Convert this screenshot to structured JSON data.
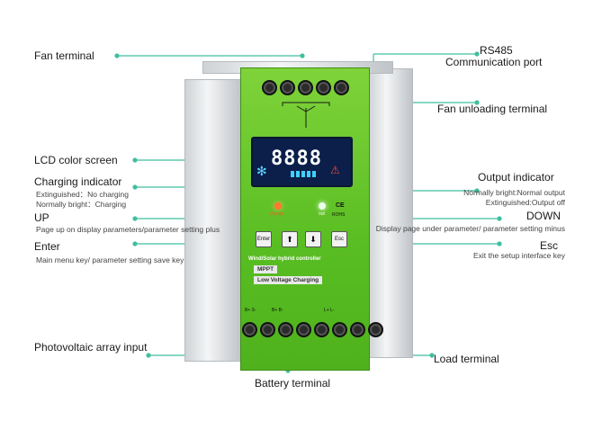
{
  "labels": {
    "fan_terminal": "Fan terminal",
    "rs485": "RS485",
    "comm_port": "Communication port",
    "fan_unloading": "Fan unloading terminal",
    "lcd_screen": "LCD color screen",
    "charging_indicator": "Charging indicator",
    "charging_off": "Extinguished：No charging",
    "charging_on": "Normally bright：Charging",
    "output_indicator": "Output indicator",
    "output_on": "Normally bright:Normal output",
    "output_off": "Extinguished:Output off",
    "up": "UP",
    "up_desc": "Page up on display parameters/parameter setting plus",
    "down": "DOWN",
    "down_desc": "Display page under parameter/ parameter setting minus",
    "enter": "Enter",
    "enter_desc": "Main menu key/ parameter setting save key",
    "esc": "Esc",
    "esc_desc": "Exit the setup interface key",
    "pv_input": "Photovoltaic array input",
    "load_terminal": "Load terminal",
    "battery_terminal": "Battery terminal"
  },
  "device": {
    "lcd_value": "8888",
    "led_charge_label": "charge",
    "led_out_label": "out",
    "cert_ce": "CE",
    "cert_rohs": "ROHS",
    "btn_enter": "Enter",
    "btn_esc": "Esc",
    "title": "Wind/Solar hybrid controller",
    "mppt": "MPPT",
    "low_voltage": "Low Voltage Charging",
    "term_b1": "B+  S-",
    "term_b2": "B+  B-",
    "term_l": "L+   L-",
    "colors": {
      "panel_green": "#58bd22",
      "lcd_blue": "#0b1f4a",
      "line_teal": "#3fbf9f"
    }
  }
}
